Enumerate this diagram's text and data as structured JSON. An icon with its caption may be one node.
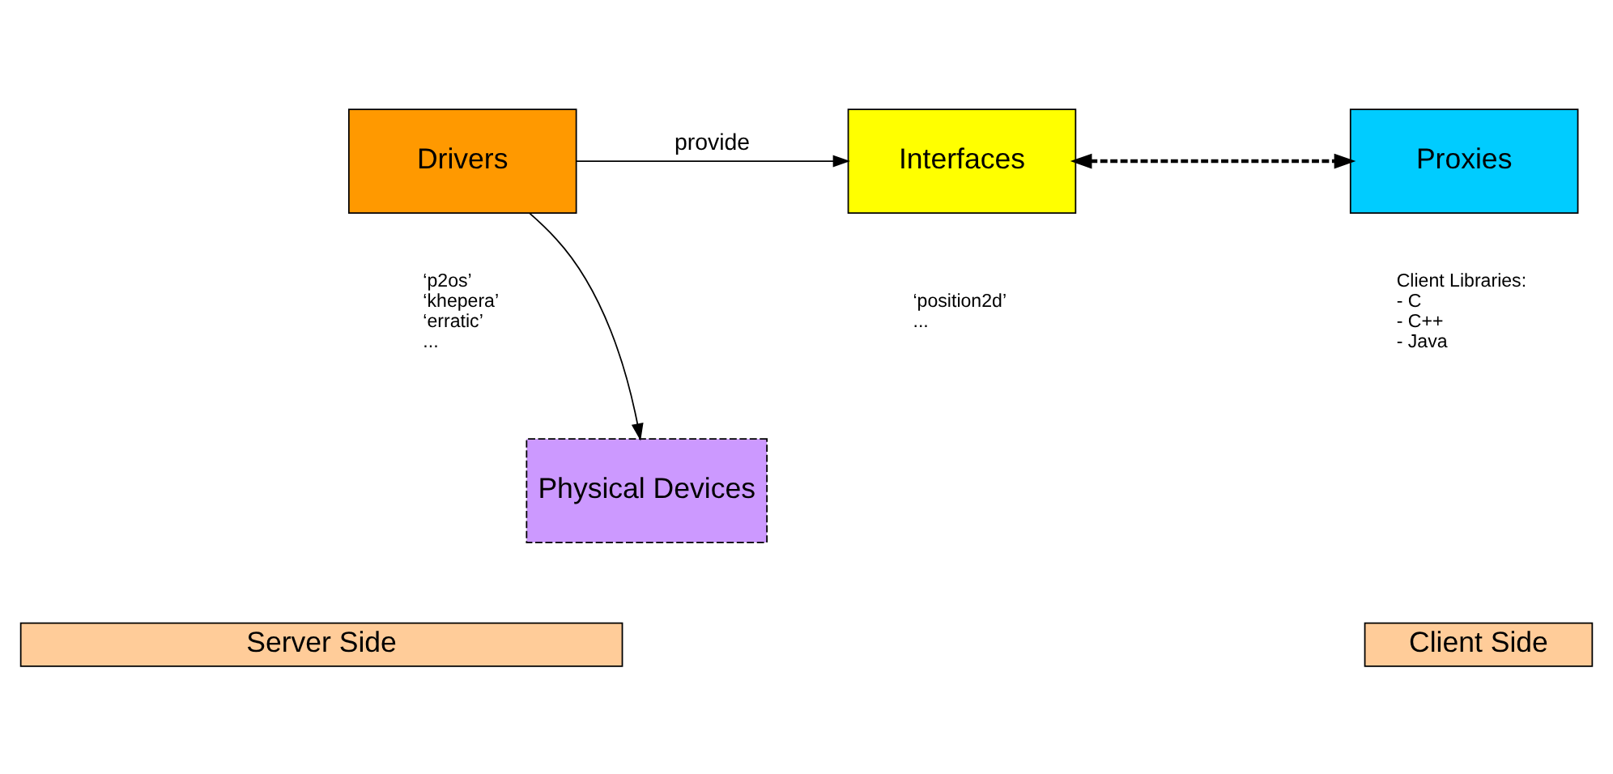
{
  "diagram": {
    "nodes": [
      {
        "text": [
          "Drivers"
        ],
        "beside": [
          "‘p2os’",
          "‘khepera’",
          "‘erratic’",
          "..."
        ]
      },
      {
        "text": [
          "Interfaces"
        ],
        "beside": [
          "‘position2d’",
          "..."
        ]
      },
      {
        "text": [
          "Proxies"
        ],
        "beside": [
          "Client Libraries:",
          "- C",
          "- C++",
          "- Java"
        ]
      },
      {
        "text": [
          "Physical Devices"
        ]
      },
      {
        "text": [
          "Server Side"
        ]
      },
      {
        "text": [
          "Client Side"
        ]
      }
    ],
    "edges": [
      {
        "from": 0,
        "to": 1,
        "arrow": "to",
        "label": "provide"
      },
      {
        "from": 1,
        "to": 2,
        "arrow": "both",
        "style": "dashed"
      },
      {
        "from": 0,
        "to": 3,
        "arrow": "to"
      }
    ]
  }
}
